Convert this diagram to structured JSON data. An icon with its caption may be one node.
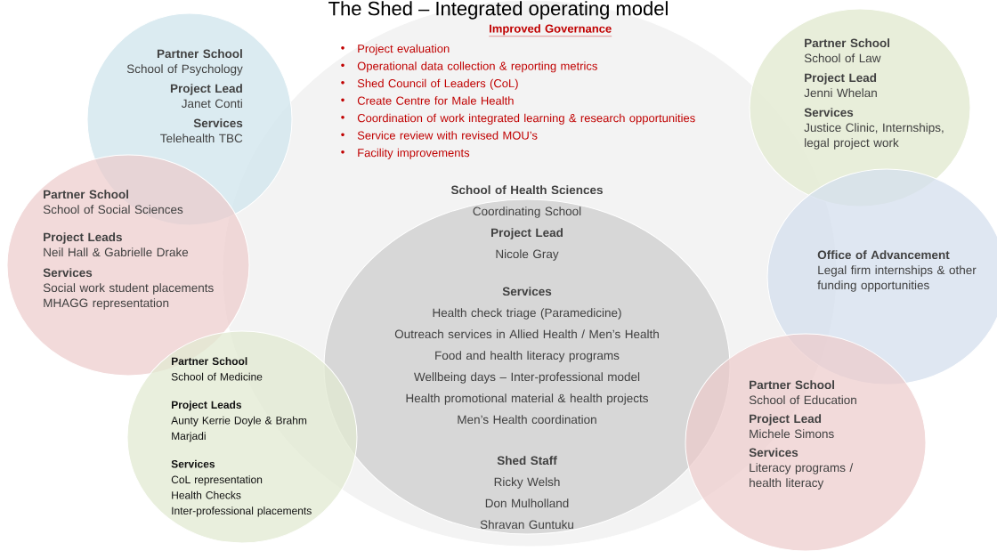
{
  "diagram": {
    "title": "The Shed – Integrated operating model",
    "nodes": [
      {
        "text": [
          "Improved Governance",
          "Project evaluation",
          "Operational data collection & reporting metrics",
          "Shed Council of Leaders (CoL)",
          "Create Centre for Male Health",
          "Coordination of work integrated learning & research opportunities",
          "Service review with revised MOU’s",
          "Facility improvements"
        ]
      },
      {
        "text": [
          "School of Health Sciences",
          "Coordinating School",
          "Project Lead",
          "Nicole Gray",
          "Services",
          "Health check triage (Paramedicine)",
          "Outreach services in Allied Health / Men’s Health",
          "Food and health literacy programs",
          "Wellbeing days – Inter-professional model",
          "Health promotional material & health projects",
          "Men’s Health coordination",
          "Shed Staff",
          "Ricky Welsh",
          "Don Mulholland",
          "Shravan Guntuku"
        ],
        "in": 0
      },
      {
        "text": [
          "Partner School",
          "School of Psychology",
          "Project Lead",
          "Janet Conti",
          "Services",
          "Telehealth TBC"
        ]
      },
      {
        "text": [
          "Partner School",
          "School of Social Sciences",
          "Project Leads",
          "Neil Hall & Gabrielle Drake",
          "Services",
          "Social work student placements",
          "MHAGG representation"
        ]
      },
      {
        "text": [
          "Partner School",
          "School of Medicine",
          "Project Leads",
          "Aunty Kerrie Doyle & Brahm Marjadi",
          "Services",
          "CoL representation",
          "Health Checks",
          "Inter-professional placements"
        ]
      },
      {
        "text": [
          "Partner School",
          "School of Law",
          "Project Lead",
          "Jenni Whelan",
          "Services",
          "Justice Clinic, Internships, legal project work"
        ]
      },
      {
        "text": [
          "Office of Advancement",
          "Legal firm internships & other funding opportunities"
        ]
      },
      {
        "text": [
          "Partner School",
          "School of Education",
          "Project Lead",
          "Michele Simons",
          "Services",
          "Literacy programs / health literacy"
        ]
      }
    ]
  }
}
